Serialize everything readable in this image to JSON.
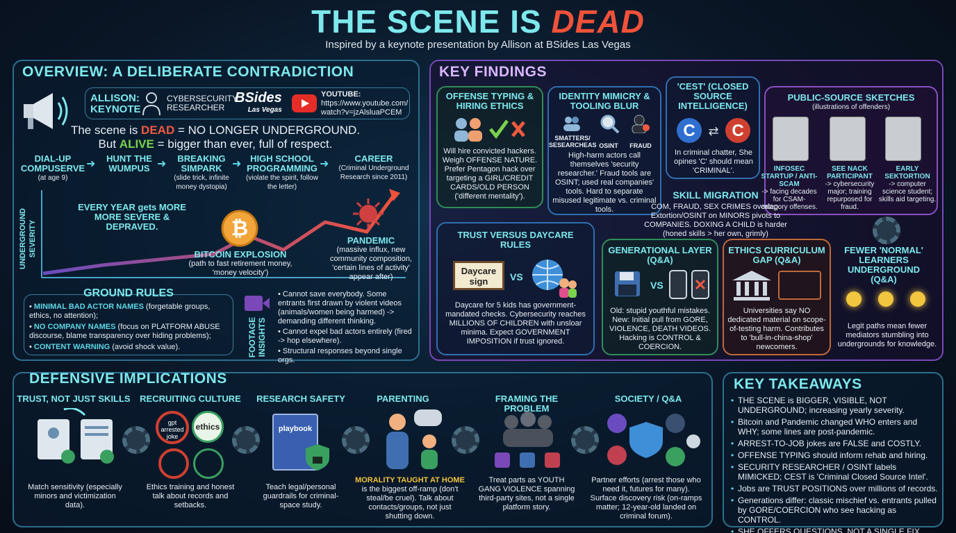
{
  "header": {
    "title_main": "THE SCENE IS ",
    "title_accent": "DEAD",
    "subtitle": "Inspired by a keynote presentation by Allison at BSides Las Vegas"
  },
  "overview": {
    "title": "OVERVIEW: A DELIBERATE CONTRADICTION",
    "speaker_label_1": "ALLISON:",
    "speaker_label_2": "KEYNOTE",
    "role_1": "CYBERSECURITY",
    "role_2": "RESEARCHER",
    "bsides_1": "BSides",
    "bsides_2": "Las Vegas",
    "youtube_label": "YOUTUBE:",
    "youtube_url_1": "https://www.youtube.com/",
    "youtube_url_2": "watch?v=jzAlsluaPCEM",
    "line1_pre": "The scene is ",
    "line1_hl": "DEAD",
    "line1_post": " = NO LONGER UNDERGROUND.",
    "line2_pre": "But ",
    "line2_hl": "ALIVE",
    "line2_post": " = bigger than ever, full of respect.",
    "timeline": [
      {
        "head": "DIAL-UP COMPUSERVE",
        "sub": "(at age 9)"
      },
      {
        "head": "HUNT THE WUMPUS",
        "sub": ""
      },
      {
        "head": "BREAKING SIMPARK",
        "sub": "(slide trick, infinite money dystopia)"
      },
      {
        "head": "HIGH SCHOOL PROGRAMMING",
        "sub": "(violate the spirit, follow the letter)"
      },
      {
        "head": "CAREER",
        "sub": "(Criminal Underground Research since 2011)"
      }
    ],
    "axis_label": "UNDERGROUND SEVERITY",
    "every_year": "EVERY YEAR gets MORE MORE SEVERE & DEPRAVED.",
    "bitcoin_head": "BITCOIN EXPLOSION",
    "bitcoin_sub": "(path to fast retirement money, 'money velocity')",
    "pandemic_head": "PANDEMIC",
    "pandemic_sub": "(massive influx, new community composition, 'certain lines of activity' appear after)"
  },
  "ground_rules": {
    "title": "GROUND RULES",
    "items": [
      {
        "hl": "MINIMAL BAD ACTOR NAMES",
        "rest": " (forgetable groups, ethics, no attention);"
      },
      {
        "hl": "NO COMPANY NAMES",
        "rest": " (focus on PLATFORM ABUSE discourse, blame transparency over hiding problems);"
      },
      {
        "hl": "CONTENT WARNING",
        "rest": " (avoid shock value)."
      }
    ],
    "footage_label": "FOOTAGE INSIGHTS",
    "footage_items": [
      "Cannot save everybody. Some entrants first drawn by violent videos (animals/women being harmed) -> demanding different thinking.",
      "Cannot expel bad actors entirely (fired -> hop elsewhere).",
      "Structural responses beyond single orgs."
    ]
  },
  "key_findings": {
    "title": "KEY FINDINGS",
    "offense": {
      "head": "OFFENSE TYPING & HIRING ETHICS",
      "body": "Will hire convicted hackers. Weigh OFFENSE NATURE. Prefer Pentagon hack over targeting a GIRL/CREDIT CARDS/OLD PERSON ('different mentality')."
    },
    "identity": {
      "head": "IDENTITY MIMICRY & TOOLING BLUR",
      "icon1": "SMATTERS/ SESEARCHEAS",
      "icon2": "OSINT",
      "icon3": "FRAUD",
      "body": "High-harm actors call themselves 'security researcher.' Fraud tools are OSINT; used real companies' tools. Hard to separate misused legitimate vs. criminal tools."
    },
    "cest": {
      "head": "'CEST' (CLOSED SOURCE INTELLIGENCE)",
      "body": "In criminal chatter, She opines 'C' should mean 'CRIMINAL'."
    },
    "sketches": {
      "head": "PUBLIC-SOURCE SKETCHES",
      "sub": "(illustrations of offenders)",
      "items": [
        {
          "head": "INFOSEC STARTUP / ANTI-SCAM",
          "sub": "-> facing decades for CSAM-category offenses."
        },
        {
          "head": "SEE NACK PARTICIPANT",
          "sub": "-> cybersecurity major; training repurposed for fraud."
        },
        {
          "head": "EARLY SEKTORTION",
          "sub": "-> computer science student; skills aid targeting."
        }
      ]
    },
    "skill": {
      "head": "SKILL MIGRATION",
      "body": "COM, FRAUD, SEX CRIMES overlap. Extortion/OSINT on MINORS pivots to COMPANIES. DOXING A CHILD is harder (honed skills > her own, grimly)"
    },
    "trust": {
      "head": "TRUST VERSUS DAYCARE RULES",
      "sign": "Daycare sign",
      "vs": "VS",
      "body": "Daycare for 5 kids has government-mandated checks. Cybersecurity reaches MILLIONS OF CHILDREN with unsloar minima. Expect GOVERNMENT IMPOSITION if trust ignored."
    },
    "generational": {
      "head": "GENERATIONAL LAYER (Q&A)",
      "vs": "VS",
      "body": "Old: stupid youthful mistakes. New: Initial pull from GORE, VIOLENCE, DEATH VIDEOS. Hacking is CONTROL & COERCION."
    },
    "ethics_gap": {
      "head": "ETHICS CURRICULUM GAP (Q&A)",
      "body": "Universities say NO dedicated material on scope-of-testing harm. Contributes to 'bull-in-china-shop' newcomers."
    },
    "fewer": {
      "head": "FEWER 'NORMAL' LEARNERS UNDERGROUND (Q&A)",
      "body": "Legit paths mean fewer mediators stumbling into undergrounds for knowledge."
    }
  },
  "defensive": {
    "title": "DEFENSIVE IMPLICATIONS",
    "cols": [
      {
        "head": "TRUST, NOT JUST SKILLS",
        "body": "Match sensitivity (especially minors and victimization data)."
      },
      {
        "head": "RECRUITING CULTURE",
        "body": "Ethics training and honest talk about records and setbacks.",
        "tag1": "gpt arrested joke",
        "tag2": "ethics"
      },
      {
        "head": "RESEARCH SAFETY",
        "body": "Teach legal/personal guardrails for criminal-space study.",
        "tag": "playbook"
      },
      {
        "head": "PARENTING",
        "body_hl": "MORALITY TAUGHT AT HOME",
        "body": "is the biggest off-ramp (don't steal/be cruel). Talk about contacts/groups, not just shutting down."
      },
      {
        "head": "FRAMING THE PROBLEM",
        "body": "Treat parts as YOUTH GANG VIOLENCE spanning third-party sites, not a single platform story."
      },
      {
        "head": "SOCIETY / Q&A",
        "body": "Partner efforts (arrest those who need it, futures for many). Surface discovery risk (on-ramps matter; 12-year-old landed on criminal forum)."
      }
    ]
  },
  "takeaways": {
    "title": "KEY TAKEAWAYS",
    "items": [
      "THE SCENE is BIGGER, VISIBLE, NOT UNDERGROUND; increasing yearly severity.",
      "Bitcoin and Pandemic changed WHO enters and WHY; some lines are post-pandemic.",
      "ARREST-TO-JOB jokes are FALSE and COSTLY.",
      "OFFENSE TYPING should inform rehab and hiring.",
      "SECURITY RESEARCHER / OSINT labels MIMICKED; CEST is 'Criminal Closed Source Intel'.",
      "Jobs are TRUST POSITIONS over millions of records.",
      "Generations differ: classic mischief vs. entrants pulled by GORE/COERCION who see hacking as CONTROL.",
      "SHE OFFERS QUESTIONS, NOT A SINGLE FIX."
    ]
  },
  "colors": {
    "cyan": "#7de8ec",
    "red": "#f0523a",
    "green": "#7ad24d",
    "purple": "#7a48b8"
  }
}
